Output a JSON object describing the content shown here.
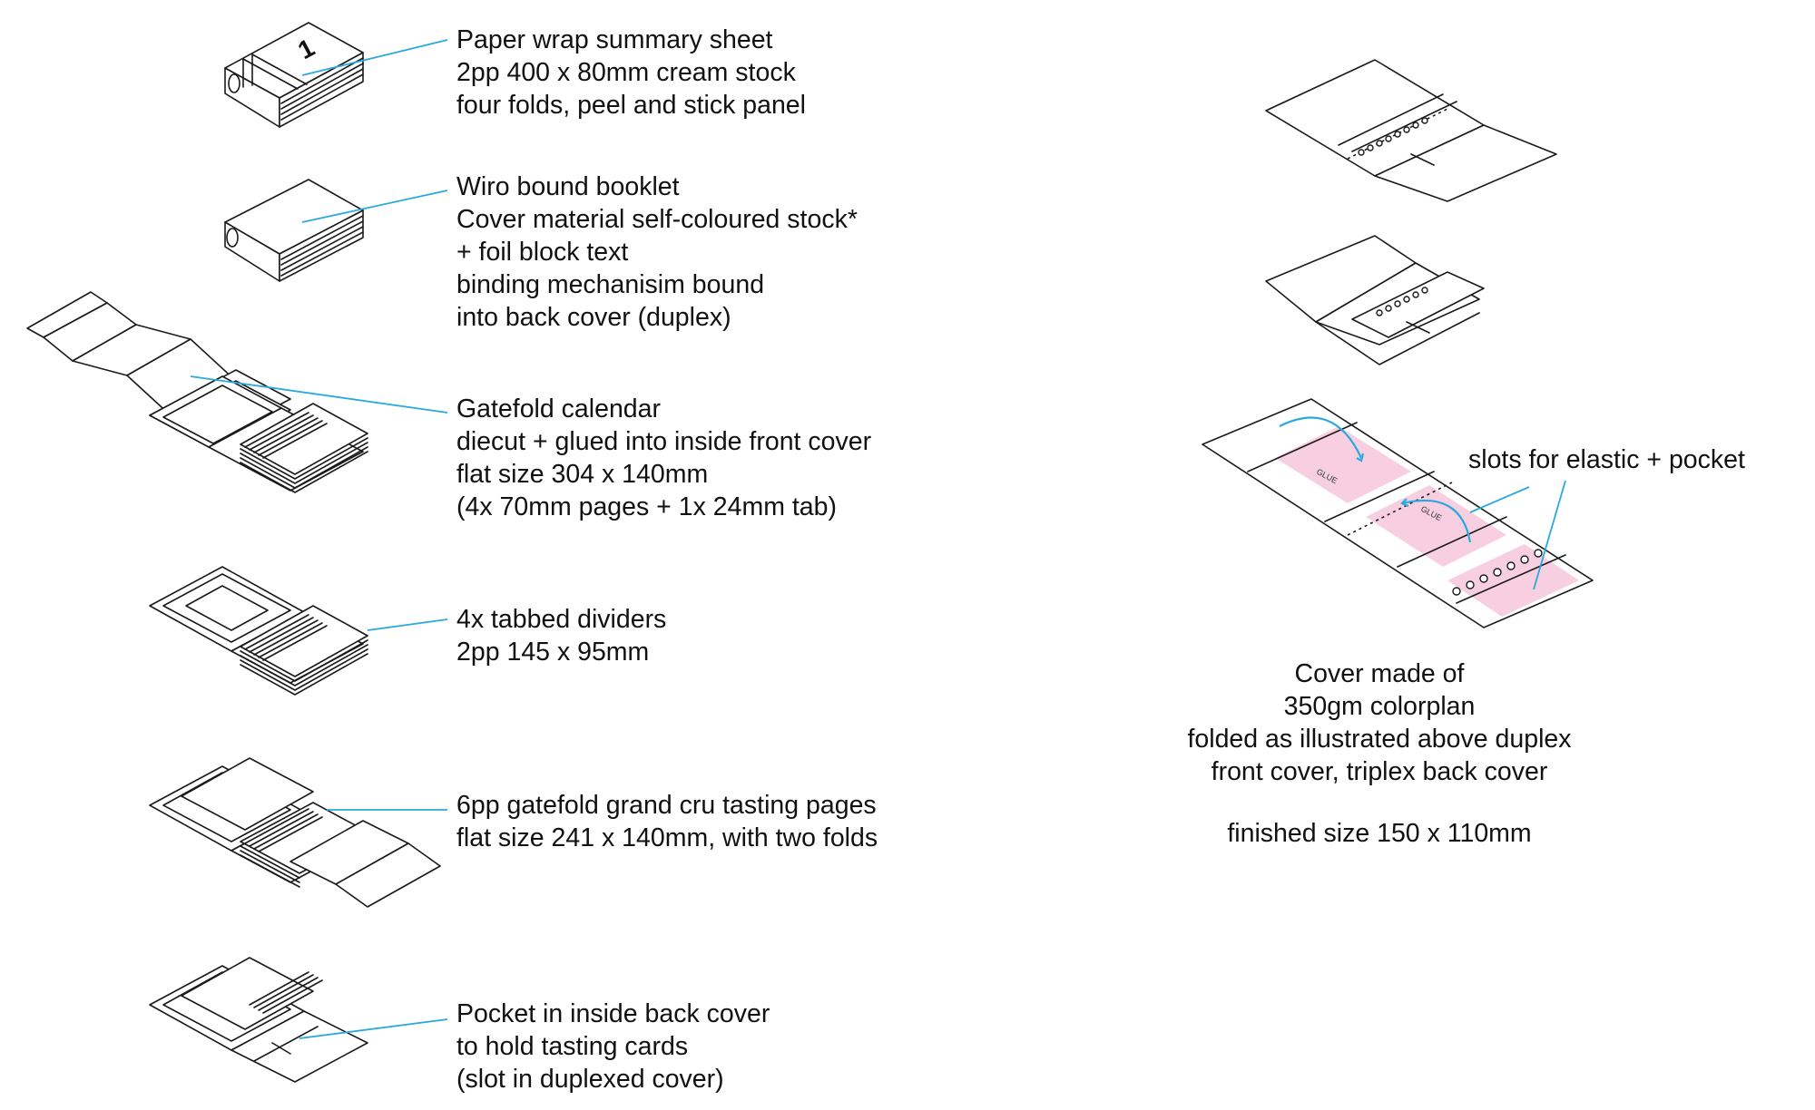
{
  "colors": {
    "leader": "#2aa9de",
    "glue_panel": "#f7cfe1",
    "line": "#1a1a1a"
  },
  "cover_number": "1",
  "glue_label": "GLUE",
  "items": [
    {
      "lines": [
        "Paper wrap summary sheet",
        "2pp 400 x 80mm cream stock",
        "four folds, peel and stick panel"
      ]
    },
    {
      "lines": [
        "Wiro bound booklet",
        "Cover material self-coloured stock*",
        "+ foil block text",
        "binding mechanisim bound",
        "into back cover (duplex)"
      ]
    },
    {
      "lines": [
        "Gatefold calendar",
        "diecut + glued into inside front cover",
        "flat size 304 x 140mm",
        "(4x 70mm pages + 1x 24mm tab)"
      ]
    },
    {
      "lines": [
        "4x tabbed dividers",
        "2pp 145 x 95mm"
      ]
    },
    {
      "lines": [
        "6pp gatefold grand cru tasting pages",
        "flat size 241 x 140mm, with two folds"
      ]
    },
    {
      "lines": [
        "Pocket in inside back cover",
        "to hold tasting cards",
        "(slot in duplexed cover)"
      ]
    }
  ],
  "slots_label": "slots for elastic + pocket",
  "cover_note": {
    "lines": [
      "Cover made of",
      "350gm colorplan",
      "folded as illustrated above duplex",
      "front cover, triplex back cover"
    ],
    "finished": "finished size 150 x 110mm"
  }
}
